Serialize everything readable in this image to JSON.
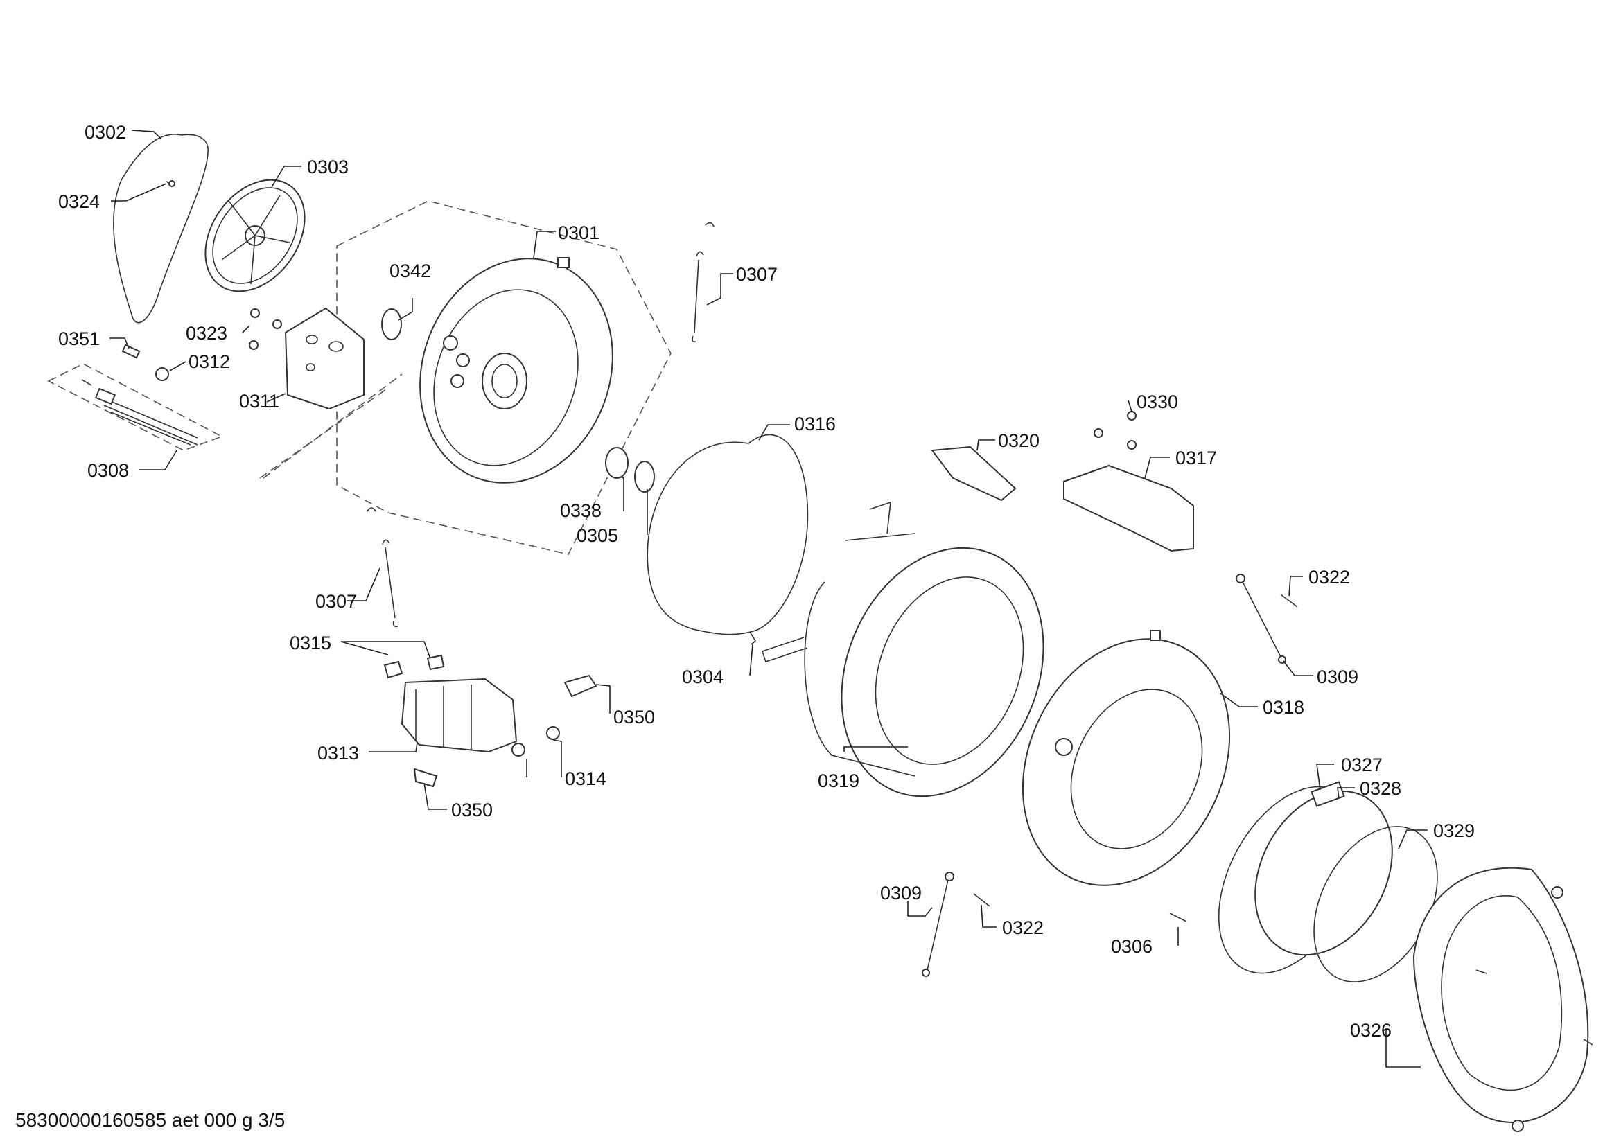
{
  "footer": "58300000160585 aet 000 g 3/5",
  "labels": {
    "l0301": "0301",
    "l0302": "0302",
    "l0303": "0303",
    "l0304": "0304",
    "l0305": "0305",
    "l0306": "0306",
    "l0307a": "0307",
    "l0307b": "0307",
    "l0308": "0308",
    "l0309a": "0309",
    "l0309b": "0309",
    "l0311": "0311",
    "l0312": "0312",
    "l0313": "0313",
    "l0314": "0314",
    "l0315": "0315",
    "l0316": "0316",
    "l0317": "0317",
    "l0318": "0318",
    "l0319": "0319",
    "l0320": "0320",
    "l0322a": "0322",
    "l0322b": "0322",
    "l0323": "0323",
    "l0324": "0324",
    "l0326": "0326",
    "l0327": "0327",
    "l0328": "0328",
    "l0329": "0329",
    "l0330": "0330",
    "l0338": "0338",
    "l0342": "0342",
    "l0350a": "0350",
    "l0350b": "0350",
    "l0351": "0351"
  }
}
